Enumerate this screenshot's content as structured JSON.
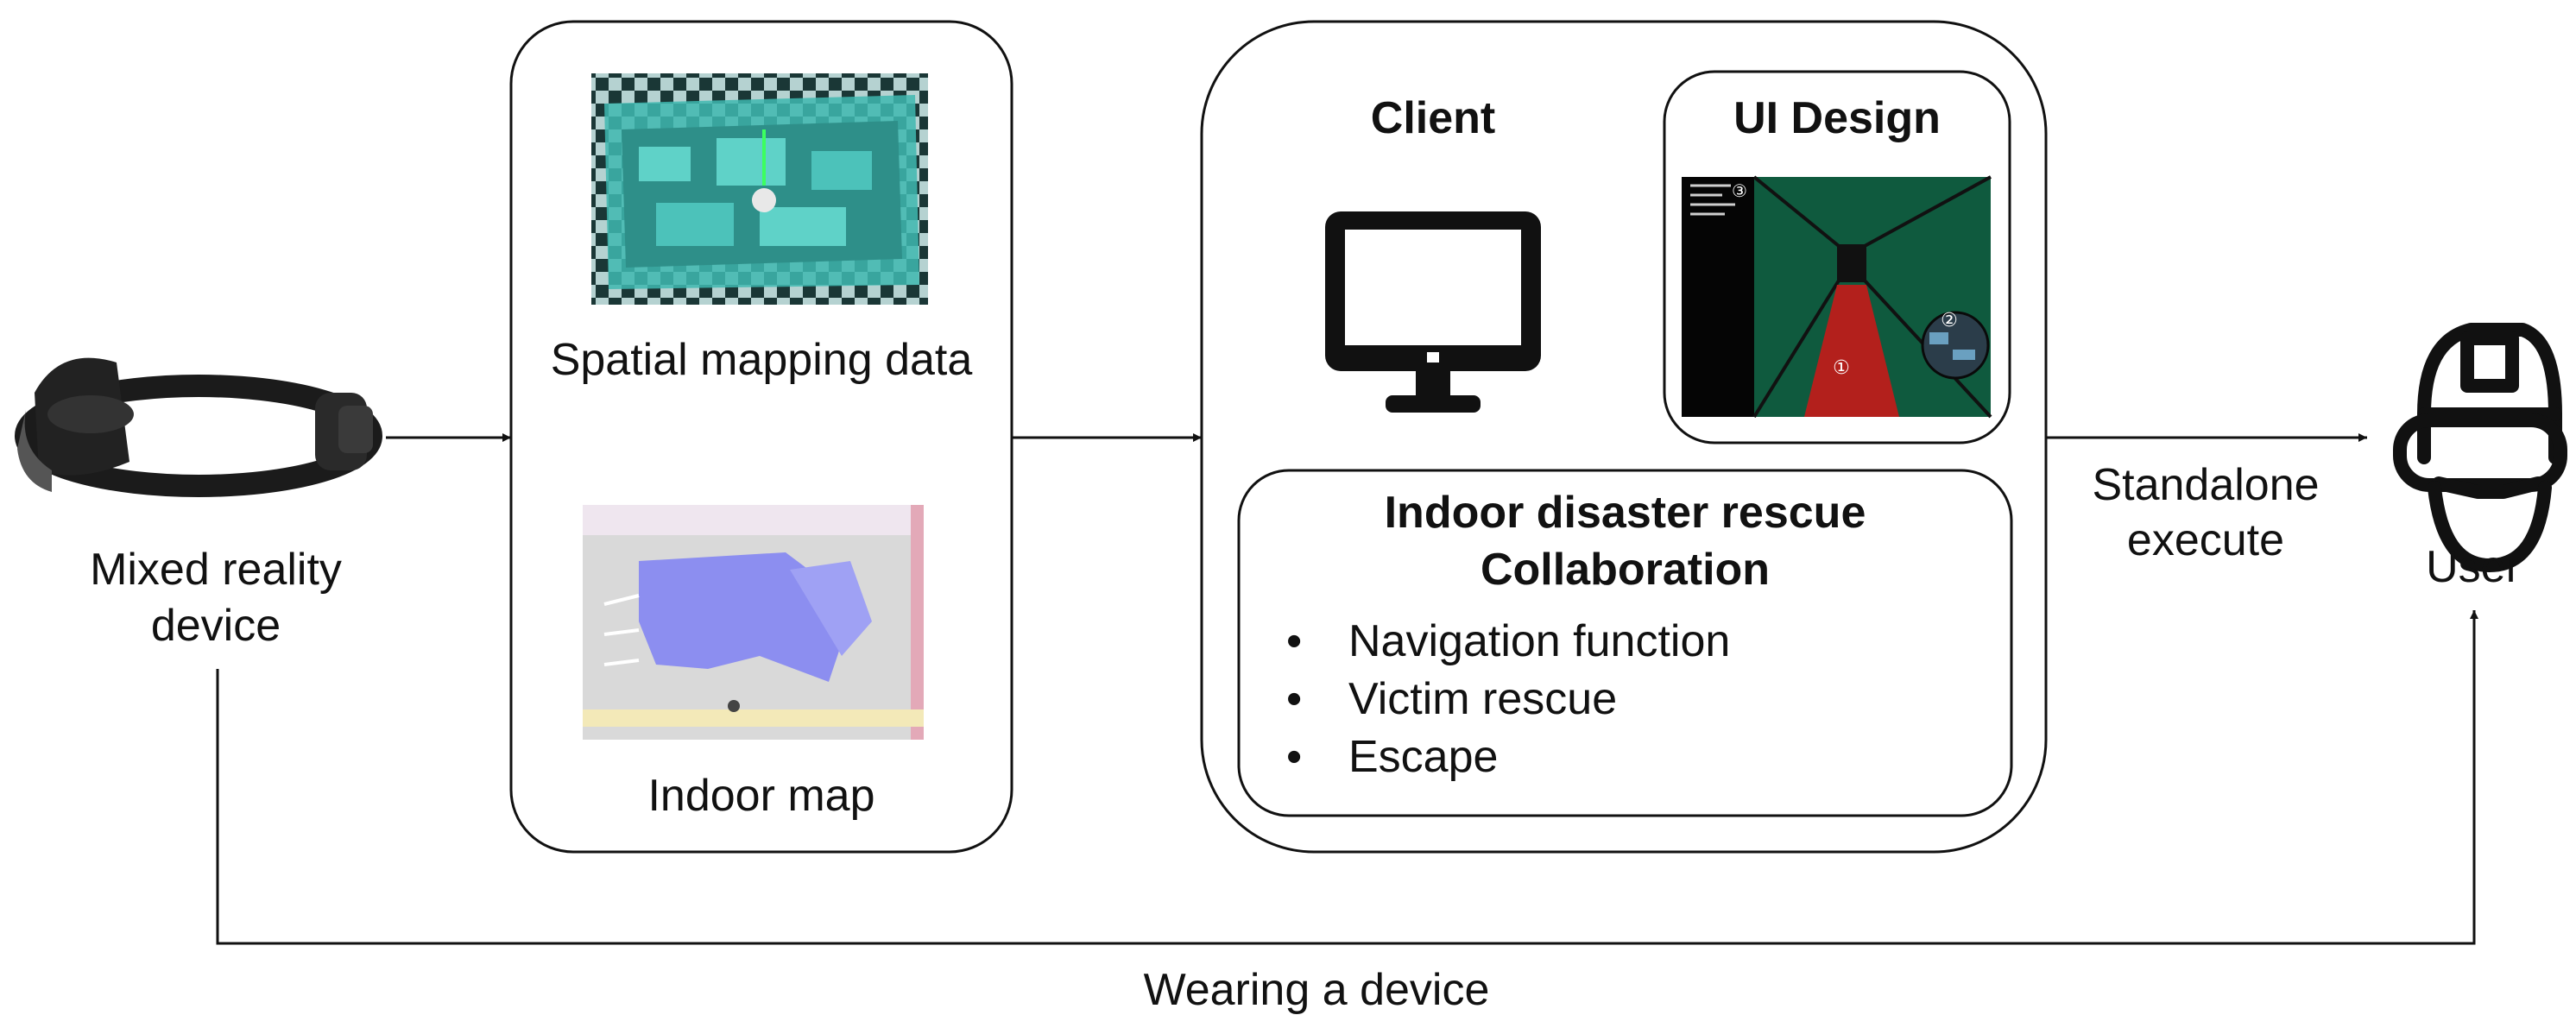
{
  "nodes": {
    "device": {
      "label": "Mixed reality device"
    },
    "spatial": {
      "label": "Spatial mapping data"
    },
    "indoor_map": {
      "label": "Indoor map"
    },
    "client": {
      "label": "Client"
    },
    "ui_design": {
      "label": "UI Design"
    },
    "rescue": {
      "title_line1": "Indoor disaster rescue",
      "title_line2": "Collaboration",
      "items": [
        "Navigation function",
        "Victim rescue",
        "Escape"
      ]
    },
    "user": {
      "label": "User"
    }
  },
  "edges": {
    "standalone": {
      "line1": "Standalone",
      "line2": "execute"
    },
    "wearing": {
      "label": "Wearing a device"
    }
  },
  "ui_thumbnail": {
    "markers": [
      "①",
      "②",
      "③"
    ]
  },
  "colors": {
    "stroke": "#111111",
    "mesh_teal": "#3fb8b0",
    "ui_green": "#0f5a3e",
    "ui_red": "#b3201c",
    "map_blue": "#8c8ef0",
    "map_bg": "#d9d9d9"
  }
}
